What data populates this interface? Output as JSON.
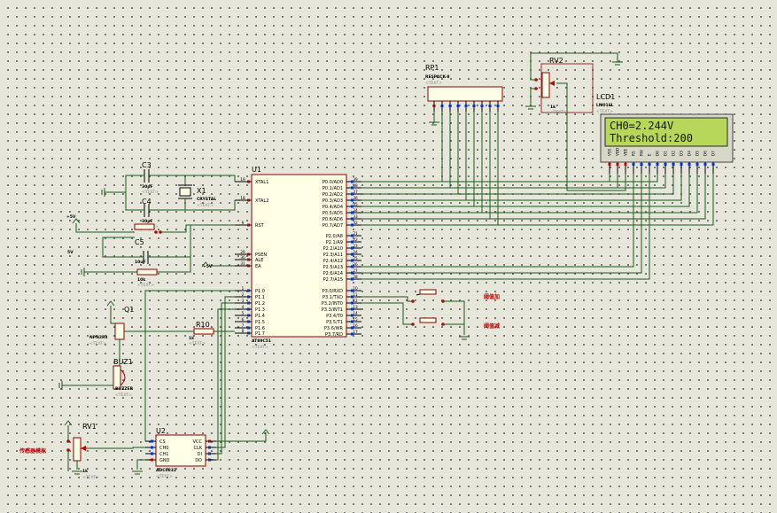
{
  "u1": {
    "ref": "U1",
    "part": "AT89C51",
    "text_ph": "<TEXT>",
    "left_pins": [
      {
        "num": "19",
        "label": "XTAL1"
      },
      {
        "num": "18",
        "label": "XTAL2"
      },
      {
        "num": "9",
        "label": "RST"
      },
      {
        "num": "29",
        "label": "PSEN"
      },
      {
        "num": "30",
        "label": "ALE"
      },
      {
        "num": "31",
        "label": "EA"
      },
      {
        "num": "1",
        "label": "P1.0"
      },
      {
        "num": "2",
        "label": "P1.1"
      },
      {
        "num": "3",
        "label": "P1.2"
      },
      {
        "num": "4",
        "label": "P1.3"
      },
      {
        "num": "5",
        "label": "P1.4"
      },
      {
        "num": "6",
        "label": "P1.5"
      },
      {
        "num": "7",
        "label": "P1.6"
      },
      {
        "num": "8",
        "label": "P1.7"
      }
    ],
    "p0_pins": [
      {
        "num": "39",
        "label": "P0.0/AD0"
      },
      {
        "num": "38",
        "label": "P0.1/AD1"
      },
      {
        "num": "37",
        "label": "P0.2/AD2"
      },
      {
        "num": "36",
        "label": "P0.3/AD3"
      },
      {
        "num": "35",
        "label": "P0.4/AD4"
      },
      {
        "num": "34",
        "label": "P0.5/AD5"
      },
      {
        "num": "33",
        "label": "P0.6/AD6"
      },
      {
        "num": "32",
        "label": "P0.7/AD7"
      }
    ],
    "p2_pins": [
      {
        "num": "21",
        "label": "P2.0/A8"
      },
      {
        "num": "22",
        "label": "P2.1/A9"
      },
      {
        "num": "23",
        "label": "P2.2/A10"
      },
      {
        "num": "24",
        "label": "P2.3/A11"
      },
      {
        "num": "25",
        "label": "P2.4/A12"
      },
      {
        "num": "26",
        "label": "P2.5/A13"
      },
      {
        "num": "27",
        "label": "P2.6/A14"
      },
      {
        "num": "28",
        "label": "P2.7/A15"
      }
    ],
    "p3_pins": [
      {
        "num": "10",
        "label": "P3.0/RXD"
      },
      {
        "num": "11",
        "label": "P3.1/TXD"
      },
      {
        "num": "12",
        "label": "P3.2/INT0"
      },
      {
        "num": "13",
        "label": "P3.3/INT1"
      },
      {
        "num": "14",
        "label": "P3.4/T0"
      },
      {
        "num": "15",
        "label": "P3.5/T1"
      },
      {
        "num": "16",
        "label": "P3.6/WR"
      },
      {
        "num": "17",
        "label": "P3.7/RD"
      }
    ]
  },
  "lcd": {
    "ref": "LCD1",
    "part": "LM016L",
    "text_ph": "<TEXT>",
    "line1": "CH0=2.244V",
    "line2": "Threshold:200",
    "pins": [
      "VSS",
      "VDD",
      "VEE",
      "RS",
      "RW",
      "E",
      "D0",
      "D1",
      "D2",
      "D3",
      "D4",
      "D5",
      "D6",
      "D7"
    ]
  },
  "rp1": {
    "ref": "RP1",
    "part": "RESPACK-8",
    "text_ph": "<TEXT>"
  },
  "rv2": {
    "ref": "RV2",
    "value": "1k",
    "text_ph": "<TEXT>"
  },
  "rv1": {
    "ref": "RV1",
    "value": "1k",
    "text_ph": "<TEXT>",
    "label": "传感器模拟"
  },
  "c3": {
    "ref": "C3",
    "value": "30pF",
    "text_ph": "<TEXT>"
  },
  "c4": {
    "ref": "C4",
    "value": "30pF",
    "text_ph": "<TEXT>"
  },
  "x1": {
    "ref": "X1",
    "value": "CRYSTAL",
    "text_ph": "<TEXT>"
  },
  "c5": {
    "ref": "C5",
    "value": "10uF",
    "text_ph": "<TEXT>"
  },
  "r_reset": {
    "value": "10k",
    "text_ph": "<TEXT>"
  },
  "power": {
    "vcc": "+5V",
    "vcc2": "5V",
    "vcc3": "+5V"
  },
  "q1": {
    "ref": "Q1",
    "part": "NPN2R3",
    "text_ph": "<TEXT>"
  },
  "r10": {
    "ref": "R10",
    "value": "1k",
    "text_ph": "<TEXT>"
  },
  "buz1": {
    "ref": "BUZ1",
    "part": "BUZZER",
    "text_ph": "<TEXT>"
  },
  "u2": {
    "ref": "U2",
    "part": "ADC0832",
    "text_ph": "<TEXT>",
    "left_pins": [
      {
        "num": "1",
        "label": "CS"
      },
      {
        "num": "2",
        "label": "CH0"
      },
      {
        "num": "3",
        "label": "CH1"
      },
      {
        "num": "4",
        "label": "GND"
      }
    ],
    "right_pins": [
      {
        "num": "8",
        "label": "VCC"
      },
      {
        "num": "7",
        "label": "CLK"
      },
      {
        "num": "6",
        "label": "DI"
      },
      {
        "num": "5",
        "label": "DO"
      }
    ]
  },
  "switches": {
    "plus": "阈值加",
    "minus": "阈值减"
  },
  "colors": {
    "wire": "#1a5a1a",
    "body_fill": "#ffffe6",
    "body_stroke": "#8b0000",
    "lcd_screen": "#b6d75a",
    "pin_red": "#c00000",
    "pin_blue": "#0033cc"
  }
}
